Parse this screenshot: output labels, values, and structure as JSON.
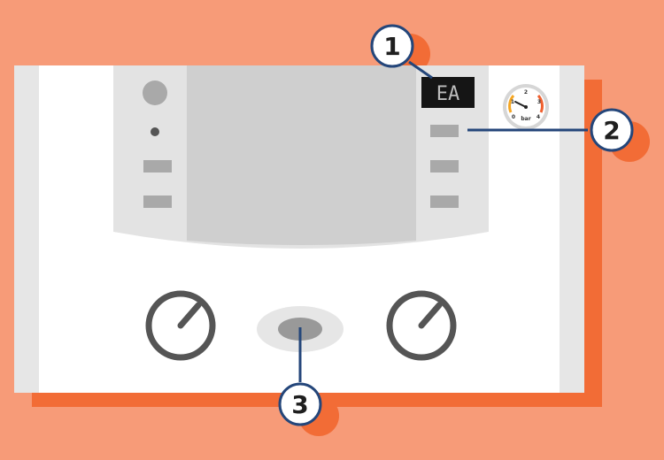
{
  "display": {
    "code": "EA"
  },
  "gauge": {
    "unit": "bar",
    "ticks": [
      "0",
      "1",
      "2",
      "3",
      "4"
    ]
  },
  "callouts": [
    {
      "number": "1"
    },
    {
      "number": "2"
    },
    {
      "number": "3"
    }
  ],
  "colors": {
    "background": "#f79b78",
    "shadow": "#f26c36",
    "body": "#ffffff",
    "side_panel": "#e6e6e6",
    "control_panel": "#e3e3e3",
    "screen_area": "#cfcfcf",
    "button": "#a9a9a9",
    "knob": "#555555",
    "display_bg": "#151515",
    "callout_line": "#24467a",
    "callout_text": "#1f1f1f"
  },
  "icons": {
    "left_knob": "dial-icon",
    "right_knob": "dial-icon",
    "gauge": "pressure-gauge-icon"
  }
}
